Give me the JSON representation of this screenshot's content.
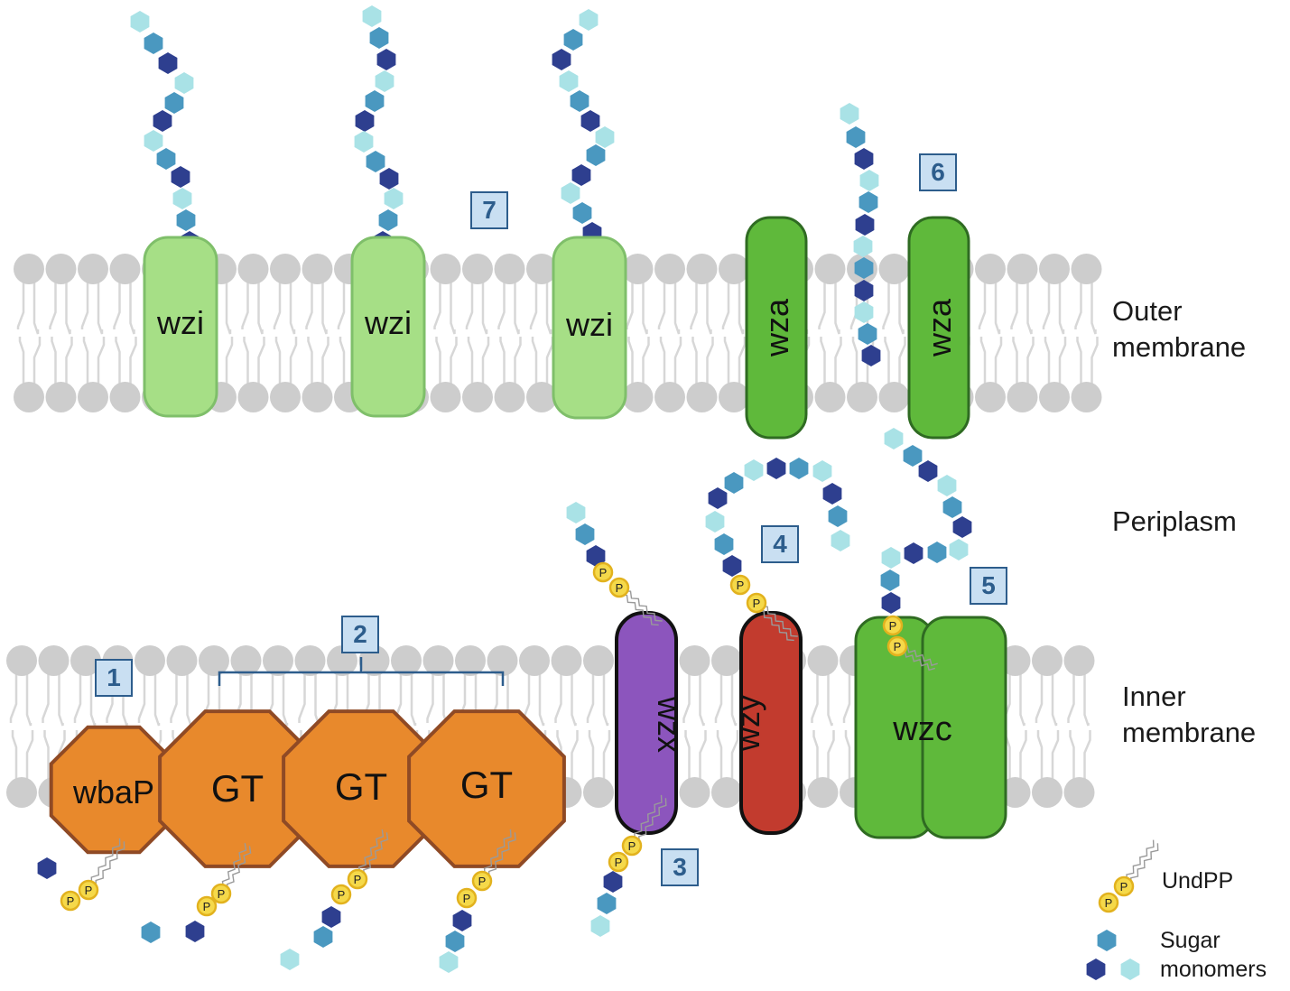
{
  "regions": {
    "outer_membrane": "Outer\nmembrane",
    "periplasm": "Periplasm",
    "inner_membrane": "Inner\nmembrane"
  },
  "proteins": {
    "wzi": "wzi",
    "wza": "wza",
    "wzx": "wzx",
    "wzy": "wzy",
    "wzc": "wzc",
    "wbaP": "wbaP",
    "gt": "GT"
  },
  "steps": [
    "1",
    "2",
    "3",
    "4",
    "5",
    "6",
    "7"
  ],
  "phosphate": "P",
  "legend": {
    "undpp": "UndPP",
    "sugar": "Sugar\nmonomers"
  },
  "colors": {
    "sugar_dark": "#2e3f8f",
    "sugar_mid": "#4a98c0",
    "sugar_light": "#a9e2e6",
    "wzi": "#a6df86",
    "wza": "#5fb93b",
    "wzx": "#8c55bd",
    "wzy": "#c23b2e",
    "gt": "#e8892c",
    "lipid_head": "#cdcdcd",
    "phosphate": "#f5d94a",
    "step_box": "#c9dff2"
  }
}
